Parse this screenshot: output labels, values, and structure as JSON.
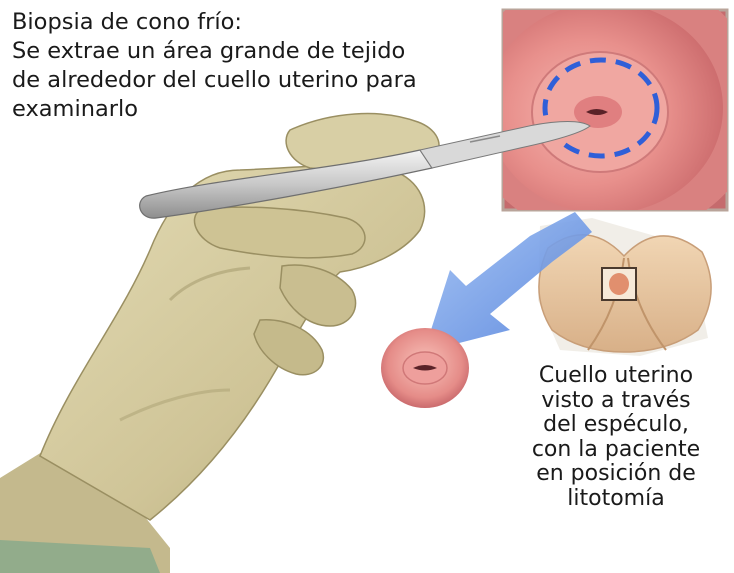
{
  "title": "Biopsia de cono frío:",
  "description_lines": [
    "Se extrae un área grande de tejido",
    "de alrededor del cuello uterino para",
    "examinarlo"
  ],
  "caption_lines": [
    "Cuello uterino",
    "visto a través",
    "del espéculo,",
    "con la paciente",
    "en posición de",
    "litotomía"
  ],
  "colors": {
    "glove": "#d6cda2",
    "glove_shadow": "#a99f72",
    "tissue": "#e98f8c",
    "tissue_dark": "#b8545a",
    "cut_outline": "#2f5fd8",
    "arrow": "#6f9be6",
    "inset_border": "#c9b9b0",
    "scalpel": "#c9c9c9"
  }
}
